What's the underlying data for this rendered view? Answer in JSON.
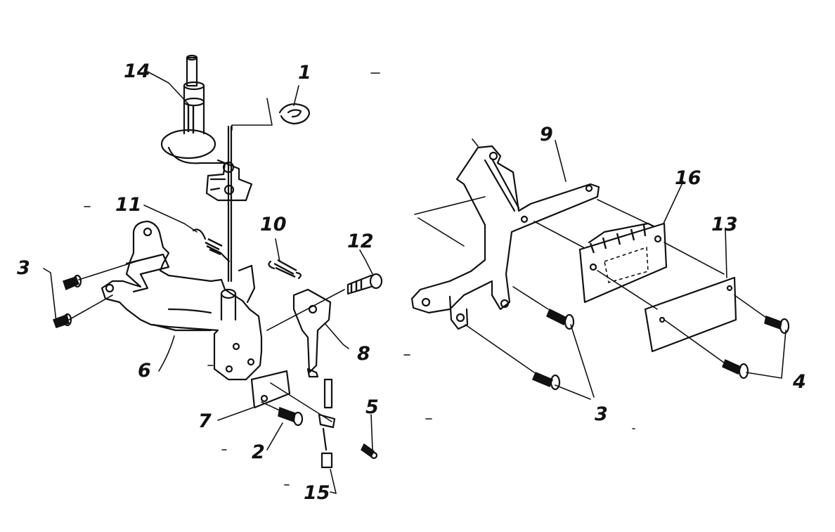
{
  "diagram": {
    "part_labels": {
      "p1": "1",
      "p2": "2",
      "p3_left": "3",
      "p3_right": "3",
      "p4": "4",
      "p5": "5",
      "p6": "6",
      "p7": "7",
      "p8": "8",
      "p9": "9",
      "p10": "10",
      "p11": "11",
      "p12": "12",
      "p13": "13",
      "p14": "14",
      "p15": "15",
      "p16": "16"
    }
  }
}
